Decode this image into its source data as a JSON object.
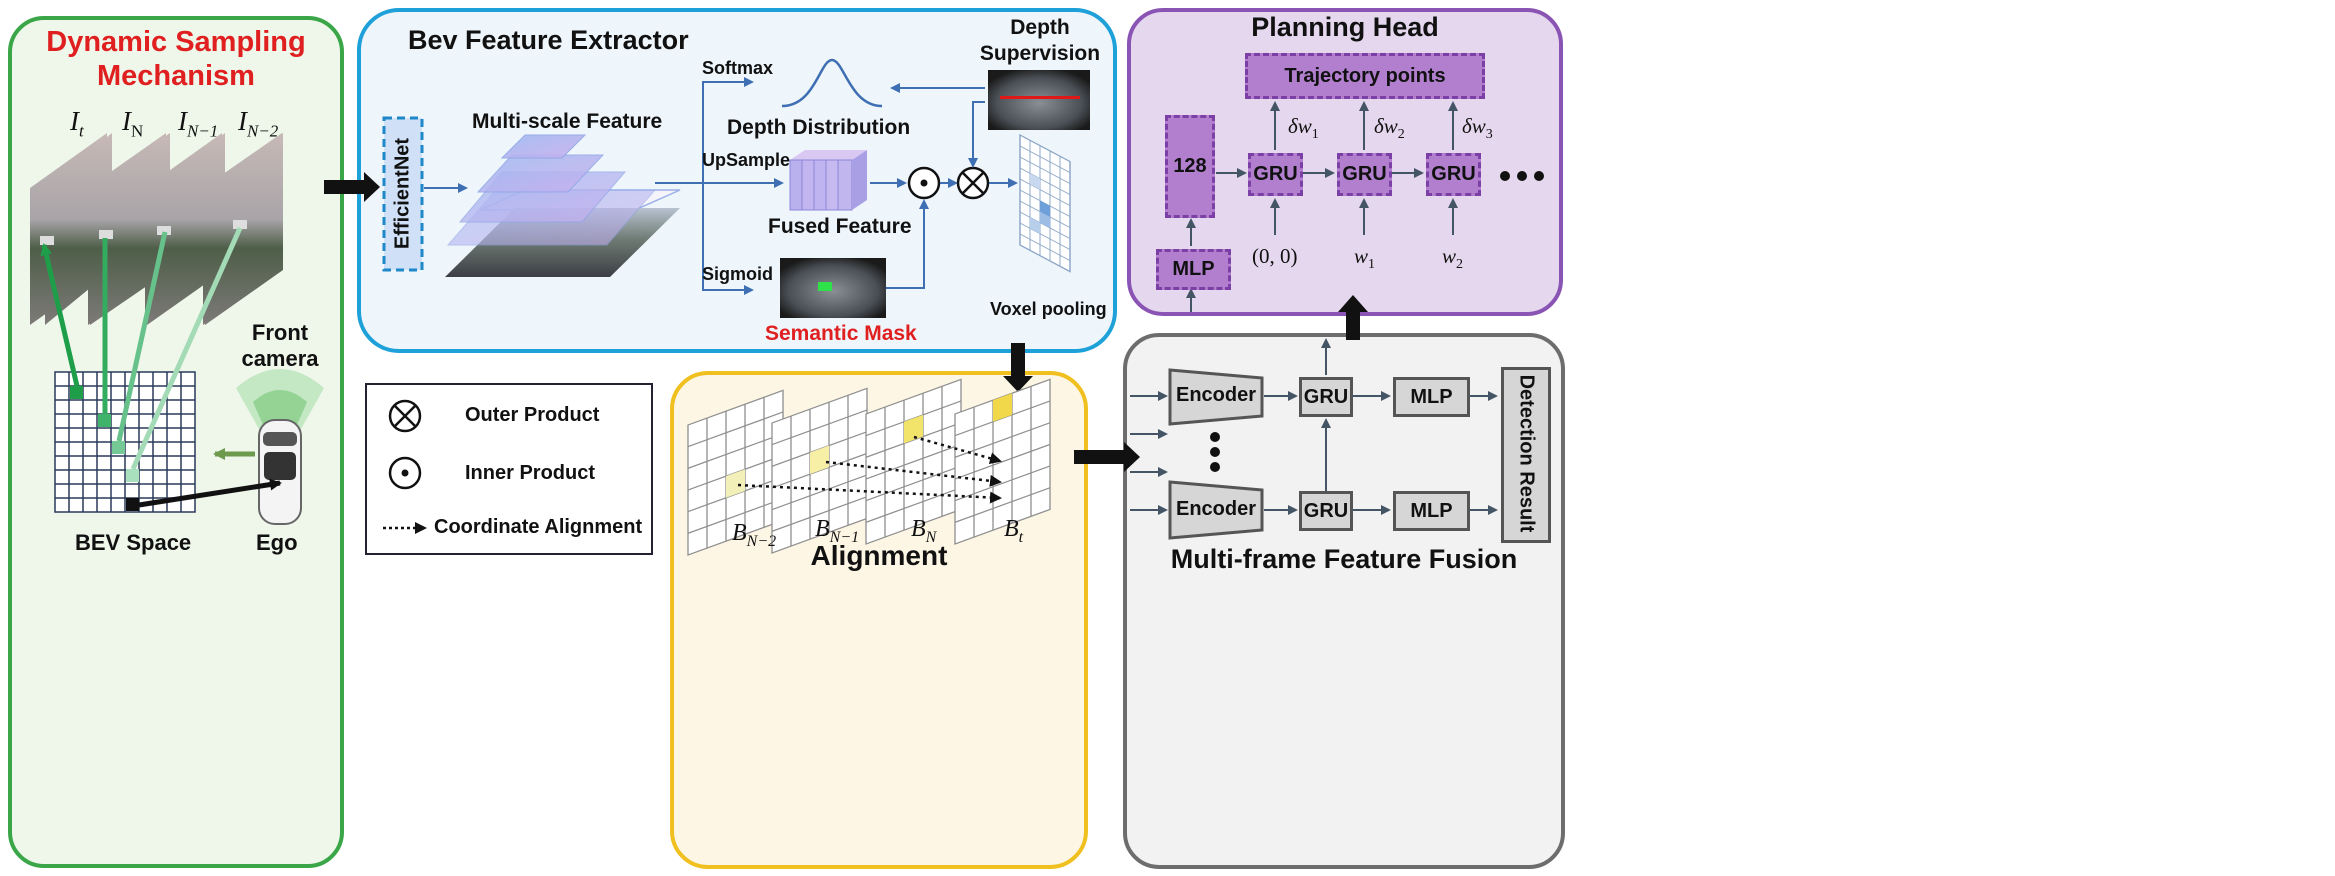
{
  "sampling": {
    "title_line1": "Dynamic Sampling",
    "title_line2": "Mechanism",
    "frames": [
      "I_t",
      "I_N",
      "I_{N-1}",
      "I_{N-2}"
    ],
    "bev_label": "BEV Space",
    "ego_label": "Ego",
    "camera_line1": "Front",
    "camera_line2": "camera"
  },
  "bev": {
    "title": "Bev Feature Extractor",
    "backbone": "EfficientNet",
    "multiscale": "Multi-scale Feature",
    "softmax": "Softmax",
    "upsample": "UpSample",
    "sigmoid": "Sigmoid",
    "depth_dist": "Depth Distribution",
    "fused": "Fused Feature",
    "semantic": "Semantic Mask",
    "depth_sup_line1": "Depth",
    "depth_sup_line2": "Supervision",
    "voxel": "Voxel pooling"
  },
  "legend": {
    "outer": "Outer Product",
    "inner": "Inner Product",
    "align": "Coordinate Alignment"
  },
  "alignment": {
    "title": "Alignment",
    "grids": [
      "B_{N-2}",
      "B_{N-1}",
      "B_N",
      "B_t"
    ]
  },
  "planning": {
    "title": "Planning Head",
    "trajectory": "Trajectory points",
    "dim": "128",
    "mlp": "MLP",
    "gru": "GRU",
    "deltas": [
      "δw_1",
      "δw_2",
      "δw_3"
    ],
    "inputs": [
      "(0, 0)",
      "w_1",
      "w_2"
    ]
  },
  "fusion": {
    "title": "Multi-frame Feature Fusion",
    "encoder": "Encoder",
    "gru": "GRU",
    "mlp": "MLP",
    "result": "Detection Result"
  },
  "colors": {
    "green_border": "#3aa648",
    "green_fill": "#eef7ea",
    "blue_border": "#1ea0d8",
    "blue_fill": "#eef5fb",
    "purple_border": "#8a54b4",
    "purple_fill": "#e5d7ee",
    "yellow_border": "#f0c020",
    "yellow_fill": "#fdf6e4",
    "gray_border": "#6d6d6d",
    "gray_fill": "#f2f2f2",
    "red_text": "#e02020",
    "arrow_blue": "#3f6fb3"
  }
}
